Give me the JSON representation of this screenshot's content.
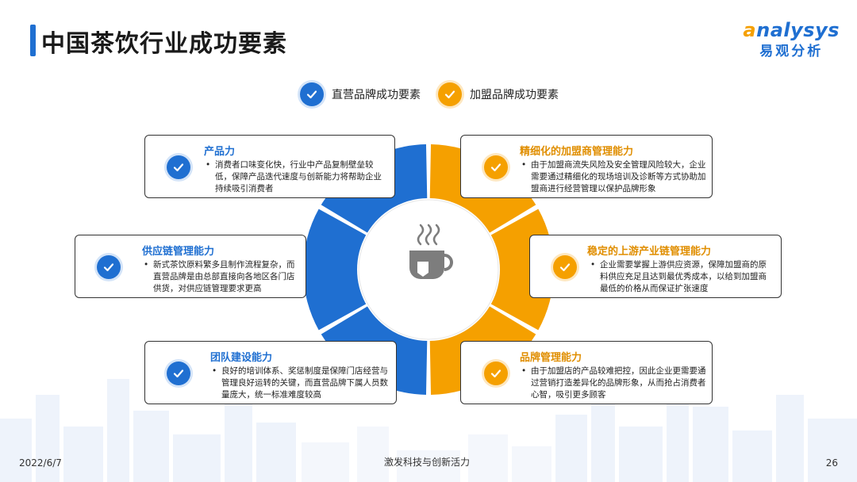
{
  "header": {
    "title": "中国茶饮行业成功要素",
    "logo_en_first": "a",
    "logo_en_rest": "nalysys",
    "logo_cn": "易观分析"
  },
  "legend": {
    "direct": "直营品牌成功要素",
    "franchise": "加盟品牌成功要素"
  },
  "cards": {
    "product": {
      "title": "产品力",
      "body": "消费者口味变化快，行业中产品复制壁垒较低，保障产品迭代速度与创新能力将帮助企业持续吸引消费者"
    },
    "supply": {
      "title": "供应链管理能力",
      "body": "新式茶饮原料繁多且制作流程复杂，而直营品牌是由总部直接向各地区各门店供货，对供应链管理要求更高"
    },
    "team": {
      "title": "团队建设能力",
      "body": "良好的培训体系、奖惩制度是保障门店经营与管理良好运转的关键，而直营品牌下属人员数量庞大，统一标准难度较高"
    },
    "franchisee": {
      "title": "精细化的加盟商管理能力",
      "body": "由于加盟商流失风险及安全管理风险较大，企业需要通过精细化的现场培训及诊断等方式协助加盟商进行经营管理以保护品牌形象"
    },
    "upstream": {
      "title": "稳定的上游产业链管理能力",
      "body": "企业需要掌握上游供应资源，保障加盟商的原料供应充足且达到最优秀成本，以给到加盟商最低的价格从而保证扩张速度"
    },
    "brand": {
      "title": "品牌管理能力",
      "body": "由于加盟店的产品较难把控，因此企业更需要通过营销打造差异化的品牌形象，从而抢占消费者心智，吸引更多顾客"
    }
  },
  "footer": {
    "date": "2022/6/7",
    "slogan": "激发科技与创新活力",
    "page": "26"
  },
  "colors": {
    "blue": "#1f6fd1",
    "orange": "#f5a000"
  }
}
